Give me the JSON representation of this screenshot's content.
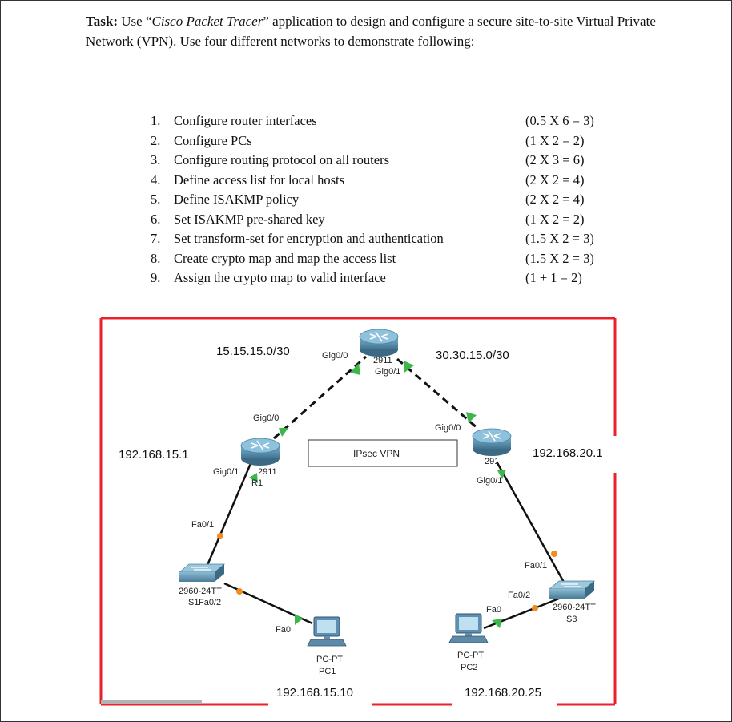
{
  "task": {
    "label": "Task:",
    "pre": " Use “",
    "app": "Cisco Packet Tracer",
    "post": "” application to design and configure a secure site-to-site Virtual Private Network (VPN). Use four different networks to demonstrate following:"
  },
  "items": [
    {
      "num": "1.",
      "text": "Configure router interfaces",
      "points": "(0.5 X 6 = 3)"
    },
    {
      "num": "2.",
      "text": "Configure PCs",
      "points": "(1 X 2 = 2)"
    },
    {
      "num": "3.",
      "text": "Configure routing protocol on all routers",
      "points": "(2 X 3 = 6)"
    },
    {
      "num": "4.",
      "text": "Define access list for local hosts",
      "points": "(2 X 2 = 4)"
    },
    {
      "num": "5.",
      "text": "Define ISAKMP policy",
      "points": "(2 X 2 = 4)"
    },
    {
      "num": "6.",
      "text": "Set ISAKMP pre-shared key",
      "points": "(1 X 2 = 2)"
    },
    {
      "num": "7.",
      "text": "Set transform-set for encryption and authentication",
      "points": "(1.5 X 2 = 3)"
    },
    {
      "num": "8.",
      "text": "Create crypto map and map the access list",
      "points": "(1.5 X 2 = 3)"
    },
    {
      "num": "9.",
      "text": "Assign the crypto map to valid interface",
      "points": "(1 + 1 = 2)"
    }
  ],
  "diagram": {
    "net_left": "15.15.15.0/30",
    "net_right": "30.30.15.0/30",
    "lan_left_gw": "192.168.15.1",
    "lan_right_gw": "192.168.20.1",
    "pc1_ip": "192.168.15.10",
    "pc2_ip": "192.168.20.25",
    "vpn_label": "IPsec VPN",
    "top_router": {
      "model": "2911",
      "if_left": "Gig0/0",
      "if_right": "Gig0/1"
    },
    "r1": {
      "model": "2911",
      "name": "R1",
      "if_up": "Gig0/0",
      "if_down": "Gig0/1"
    },
    "r3": {
      "model": "291",
      "if_up": "Gig0/0",
      "if_down": "Gig0/1"
    },
    "s1": {
      "model": "2960-24TT",
      "name": "S1",
      "if_up": "Fa0/1",
      "if_pc": "Fa0/2"
    },
    "s3": {
      "model": "2960-24TT",
      "name": "S3",
      "if_up": "Fa0/1",
      "if_pc": "Fa0/2"
    },
    "pc1": {
      "type": "PC-PT",
      "name": "PC1",
      "if": "Fa0"
    },
    "pc2": {
      "type": "PC-PT",
      "name": "PC2",
      "if": "Fa0"
    },
    "colors": {
      "frame": "#e8212a",
      "router": "#4a7f9c",
      "link_ok": "#3cb84a",
      "link_amber": "#f28c1e"
    }
  }
}
